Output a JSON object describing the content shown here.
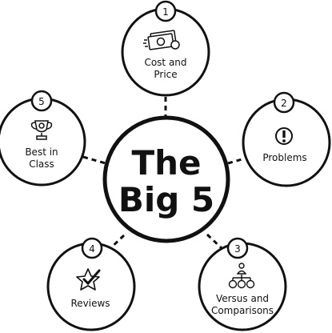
{
  "center": {
    "title_line1": "The",
    "title_line2": "Big 5"
  },
  "nodes": [
    {
      "number": "1",
      "label_line1": "Cost and",
      "label_line2": "Price",
      "icon": "money-icon"
    },
    {
      "number": "2",
      "label_line1": "Problems",
      "label_line2": "",
      "icon": "exclamation-icon"
    },
    {
      "number": "3",
      "label_line1": "Versus and",
      "label_line2": "Comparisons",
      "icon": "hierarchy-icon"
    },
    {
      "number": "4",
      "label_line1": "Reviews",
      "label_line2": "",
      "icon": "star-check-icon"
    },
    {
      "number": "5",
      "label_line1": "Best in",
      "label_line2": "Class",
      "icon": "trophy-icon"
    }
  ]
}
